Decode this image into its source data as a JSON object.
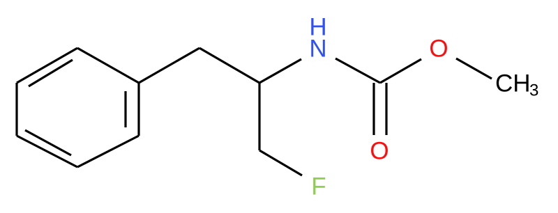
{
  "atoms": {
    "nitrogen": {
      "symbol": "N",
      "hydrogen": "H",
      "color": "#3050F8"
    },
    "carbonyl_oxygen": {
      "symbol": "O",
      "color": "#FF0D0D"
    },
    "ester_oxygen": {
      "symbol": "O",
      "color": "#FF0D0D"
    },
    "methyl": {
      "symbol": "CH",
      "subscript": "3",
      "color": "#000000"
    },
    "fluorine": {
      "symbol": "F",
      "color": "#8FCF50"
    }
  }
}
